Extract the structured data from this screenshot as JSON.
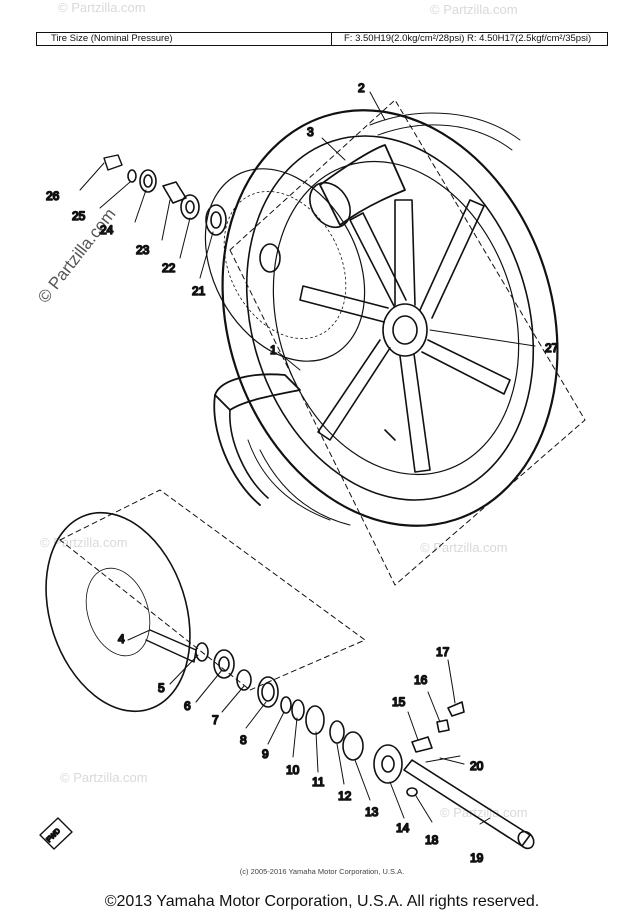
{
  "header": {
    "tire_size_label": "Tire Size (Nominal Pressure)",
    "tire_size_value": "F: 3.50H19(2.0kg/cm²/28psi) R: 4.50H17(2.5kgf/cm²/35psi)"
  },
  "watermarks": {
    "brand": "© Partzilla.com",
    "side_brand": "© Partzilla.com"
  },
  "parts": [
    {
      "number": "1"
    },
    {
      "number": "2"
    },
    {
      "number": "3"
    },
    {
      "number": "4"
    },
    {
      "number": "5"
    },
    {
      "number": "6"
    },
    {
      "number": "7"
    },
    {
      "number": "8"
    },
    {
      "number": "9"
    },
    {
      "number": "10"
    },
    {
      "number": "11"
    },
    {
      "number": "12"
    },
    {
      "number": "13"
    },
    {
      "number": "14"
    },
    {
      "number": "15"
    },
    {
      "number": "16"
    },
    {
      "number": "17"
    },
    {
      "number": "18"
    },
    {
      "number": "19"
    },
    {
      "number": "20"
    },
    {
      "number": "21"
    },
    {
      "number": "22"
    },
    {
      "number": "23"
    },
    {
      "number": "24"
    },
    {
      "number": "25"
    },
    {
      "number": "26"
    },
    {
      "number": "27"
    }
  ],
  "direction_arrow_label": "FWD",
  "inner_copyright": "(c) 2005-2016 Yamaha Motor Corporation, U.S.A.",
  "footer": "©2013 Yamaha Motor Corporation, U.S.A. All rights reserved."
}
